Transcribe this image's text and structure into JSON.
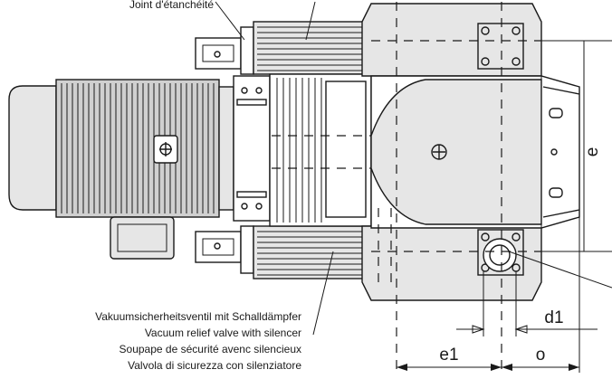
{
  "labels": {
    "top_partial": "Joint d'étanchéité",
    "valve_de": "Vakuumsicherheitsventil mit Schalldämpfer",
    "valve_en": "Vacuum relief valve with silencer",
    "valve_fr": "Soupape de sécurité avenc silencieux",
    "valve_it": "Valvola di sicurezza  con silenziatore"
  },
  "dimensions": {
    "e": "e",
    "e1": "e1",
    "o": "o",
    "d1": "d1"
  },
  "colors": {
    "line": "#1a1a1a",
    "fill_grey": "#d0d0d0",
    "fill_light": "#e6e6e6",
    "background": "#ffffff"
  }
}
